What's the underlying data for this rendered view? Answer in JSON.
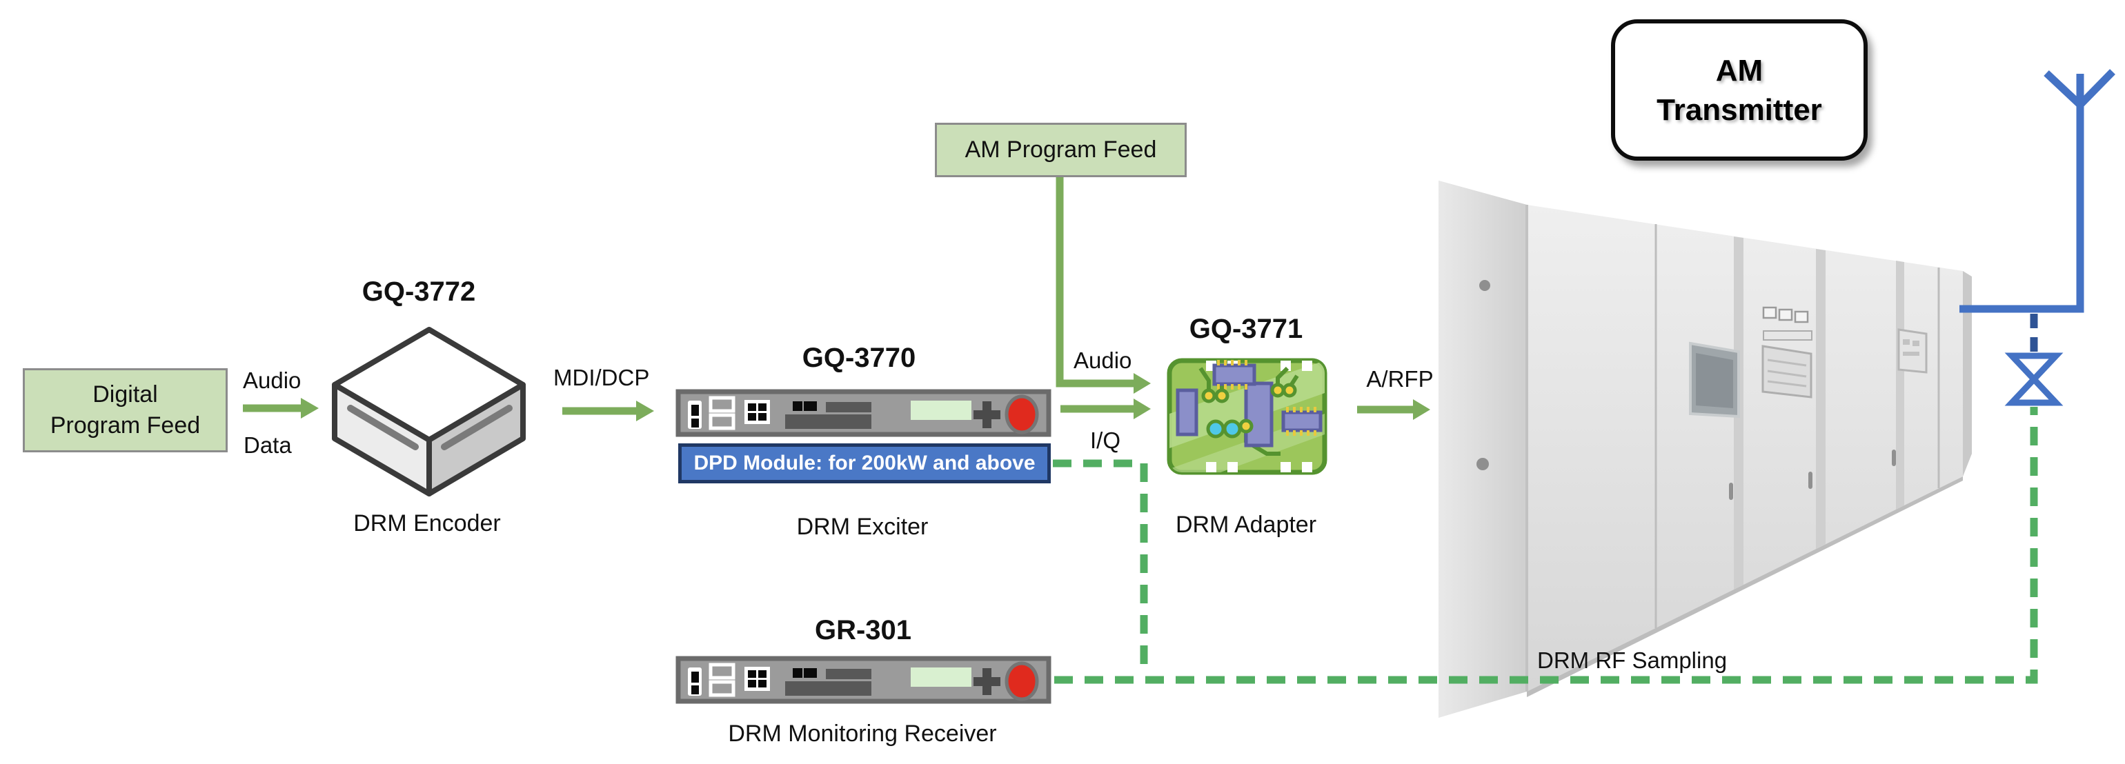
{
  "title": "DRM AM broadcasting system diagram",
  "nodes": {
    "digital_program_feed": {
      "line1": "Digital",
      "line2": "Program Feed"
    },
    "encoder": {
      "model": "GQ-3772",
      "caption": "DRM Encoder"
    },
    "exciter": {
      "model": "GQ-3770",
      "caption": "DRM Exciter",
      "dpd_label": "DPD Module: for 200kW and above"
    },
    "am_program_feed": {
      "label": "AM Program Feed"
    },
    "adapter": {
      "model": "GQ-3771",
      "caption": "DRM Adapter"
    },
    "am_transmitter": {
      "line1": "AM",
      "line2": "Transmitter"
    },
    "receiver": {
      "model": "GR-301",
      "caption": "DRM Monitoring Receiver"
    }
  },
  "edges": {
    "audio_top": "Audio",
    "data": "Data",
    "mdi_dcp": "MDI/DCP",
    "audio_am": "Audio",
    "iq": "I/Q",
    "arfp": "A/RFP",
    "rf_sampling": "DRM RF Sampling"
  },
  "colors": {
    "solid_green": "#7CAC5B",
    "dashed_green": "#52AE62",
    "box_green_fill": "#CBDFB8",
    "box_green_border": "#8C8C8C",
    "blue": "#4472C4",
    "navy_dash": "#2E5395",
    "dpd_fill": "#4A78C6",
    "dpd_border": "#203864",
    "display_green": "#D9F0D0",
    "button_red": "#E02A1E"
  },
  "icons": {
    "encoder_icon": "cube-3d-icon",
    "exciter_icon": "rack-unit-icon",
    "receiver_icon": "rack-unit-icon",
    "adapter_icon": "circuit-board-icon",
    "transmitter_icon": "transmitter-cabinet-image",
    "antenna_icon": "antenna-icon",
    "coupler_icon": "rf-coupler-icon"
  }
}
